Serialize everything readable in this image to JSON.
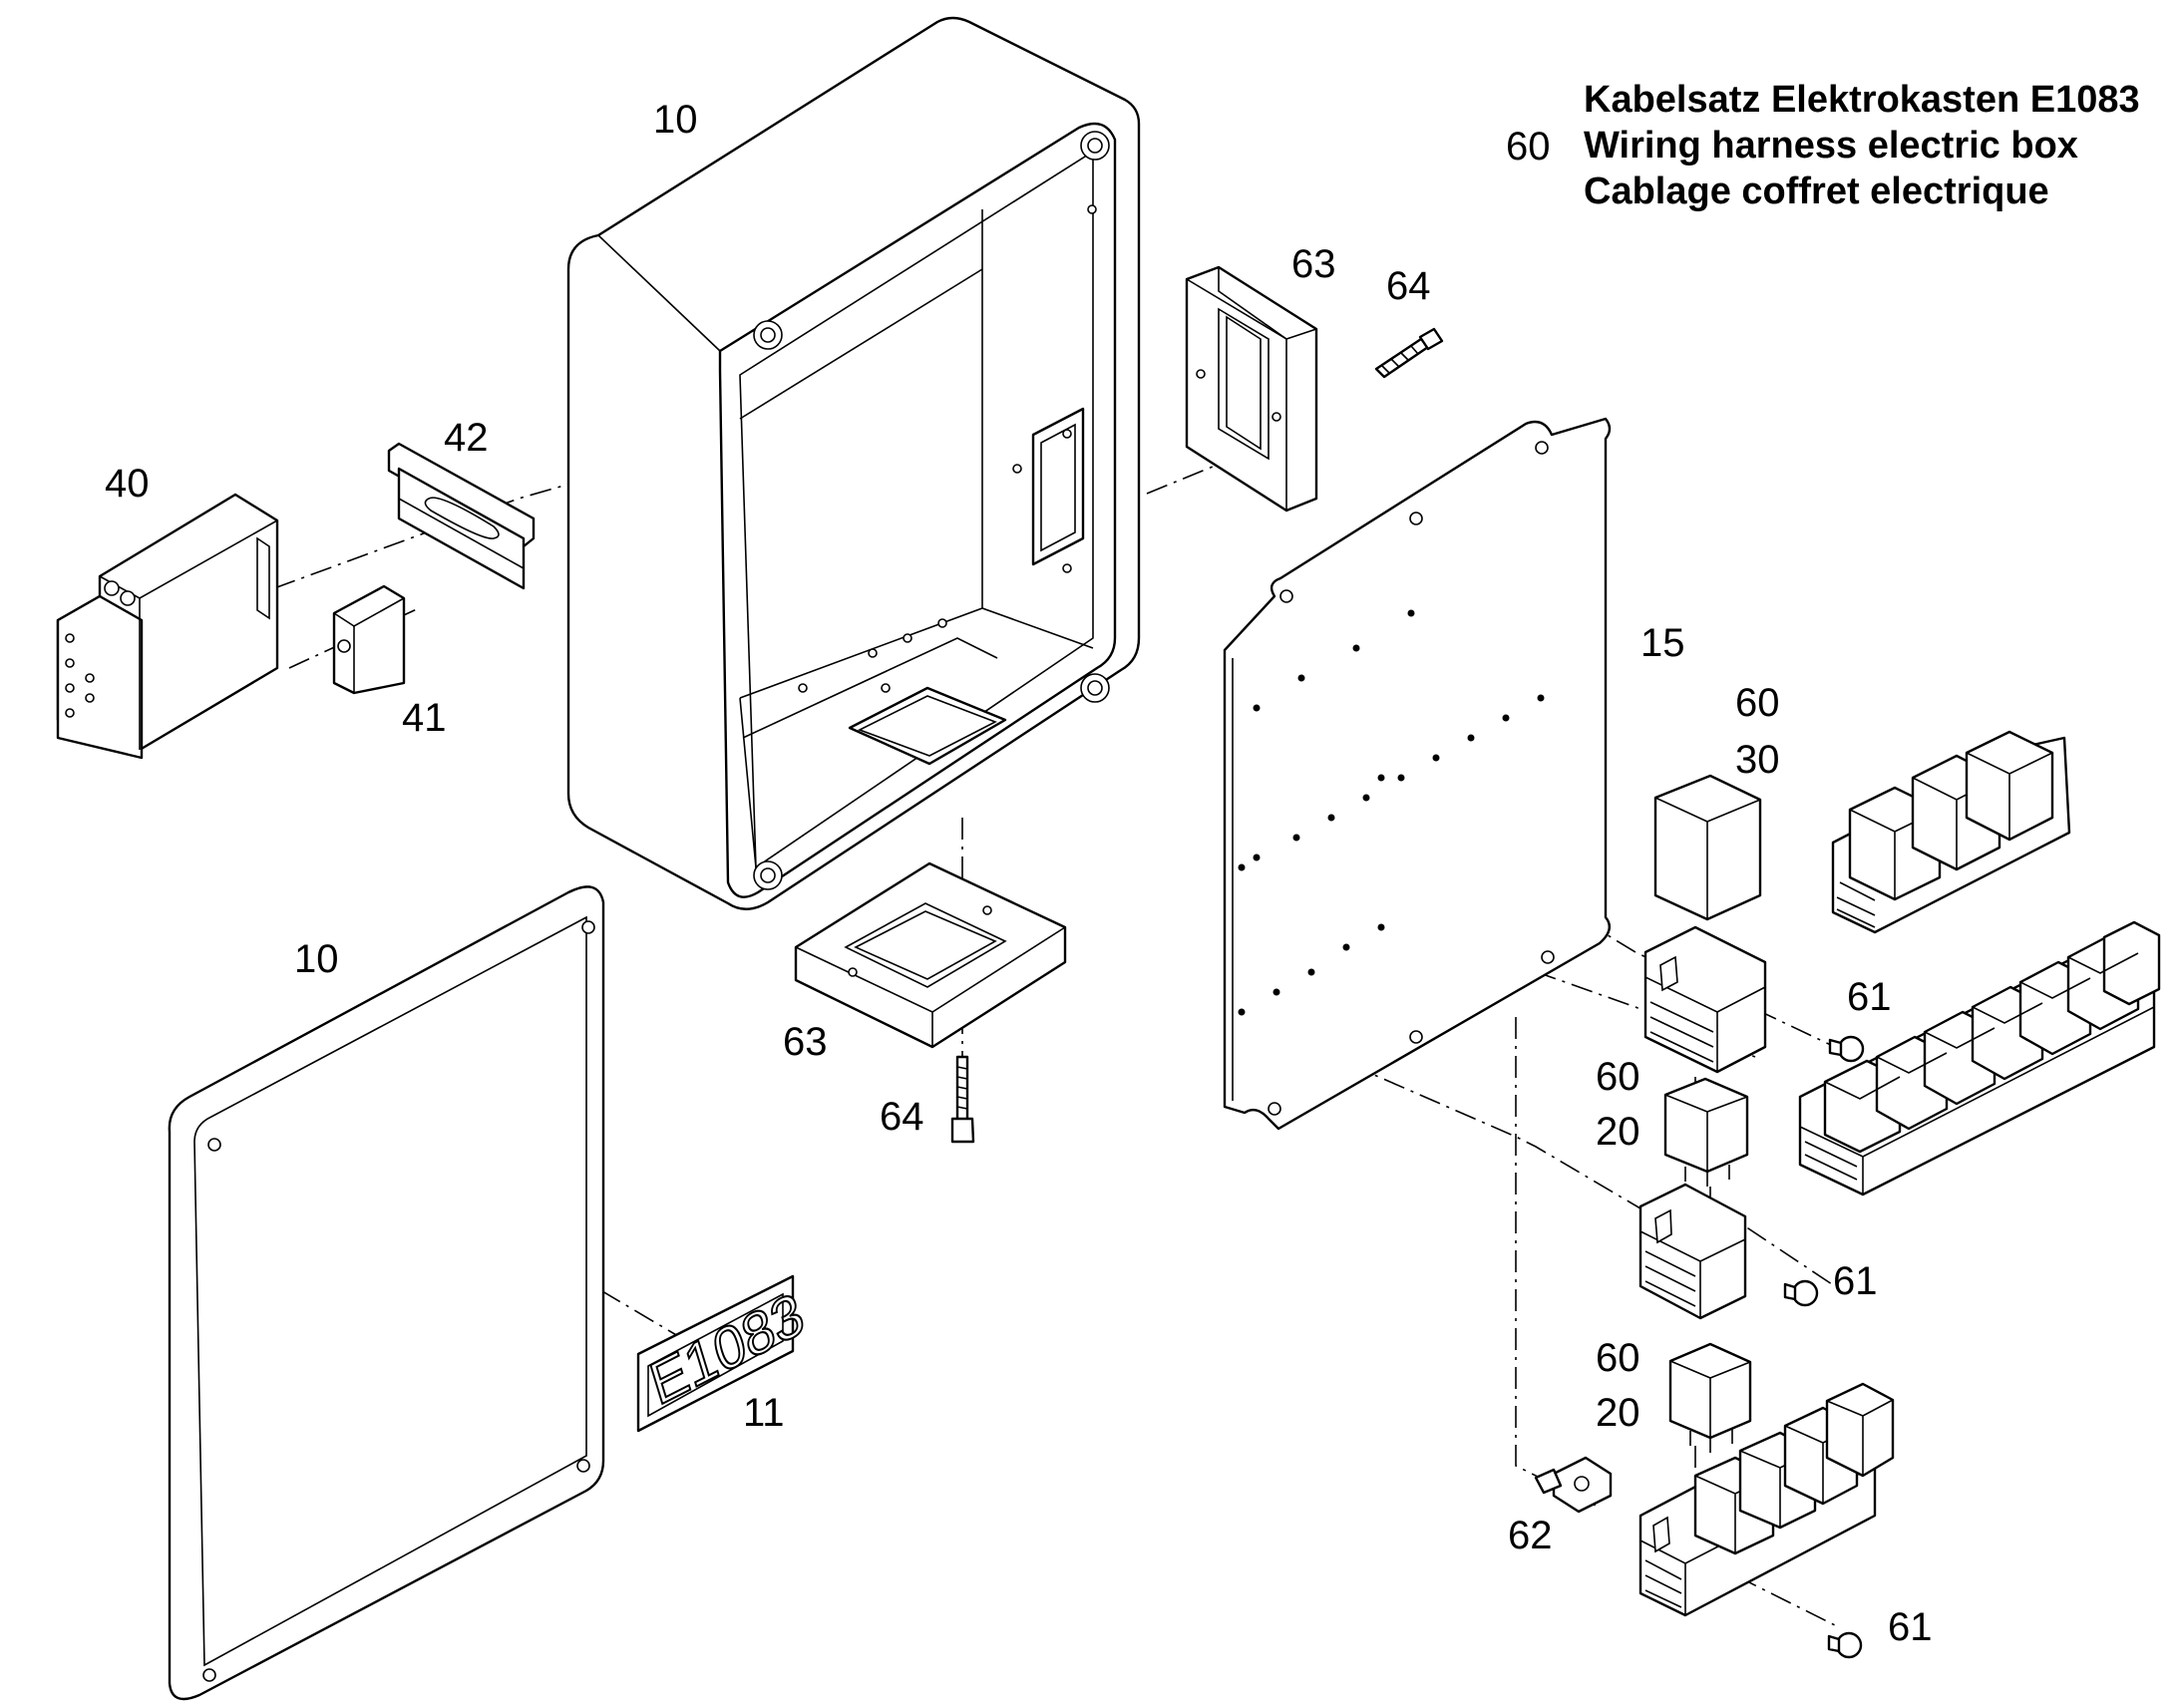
{
  "title": {
    "part_number": "60",
    "line_de": "Kabelsatz Elektrokasten E1083",
    "line_en": "Wiring harness electric box",
    "line_fr": "Cablage coffret electrique"
  },
  "labels": {
    "housing": "10",
    "cover": "10",
    "nameplate": "11",
    "mounting_plate": "15",
    "relay_large_part": "60",
    "relay_large": "30",
    "relay_mid_part": "60",
    "relay_mid": "20",
    "relay_low_part": "60",
    "relay_low": "20",
    "module": "40",
    "clip": "41",
    "din_rail": "42",
    "screw_upper": "61",
    "screw_middle": "61",
    "screw_lower": "61",
    "spacer": "62",
    "frame_upper": "63",
    "frame_lower": "63",
    "bolt_upper": "64",
    "bolt_lower": "64"
  },
  "nameplate_text": "E1083"
}
